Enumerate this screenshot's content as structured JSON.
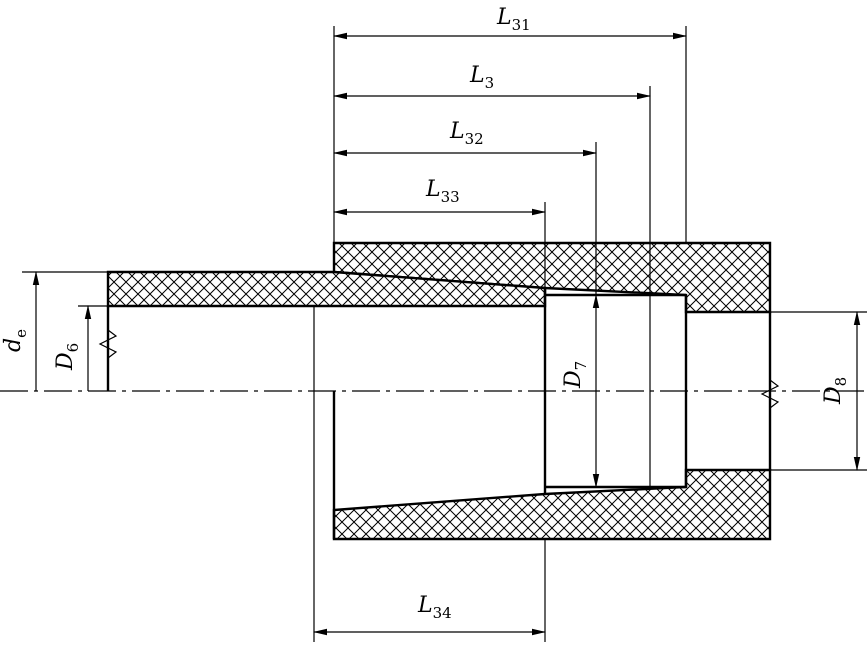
{
  "labels": {
    "L31": {
      "main": "L",
      "sub": "31"
    },
    "L3": {
      "main": "L",
      "sub": "3"
    },
    "L32": {
      "main": "L",
      "sub": "32"
    },
    "L33": {
      "main": "L",
      "sub": "33"
    },
    "L34": {
      "main": "L",
      "sub": "34"
    },
    "de": {
      "main": "d",
      "sub": "e"
    },
    "D6": {
      "main": "D",
      "sub": "6"
    },
    "D7": {
      "main": "D",
      "sub": "7"
    },
    "D8": {
      "main": "D",
      "sub": "8"
    }
  }
}
